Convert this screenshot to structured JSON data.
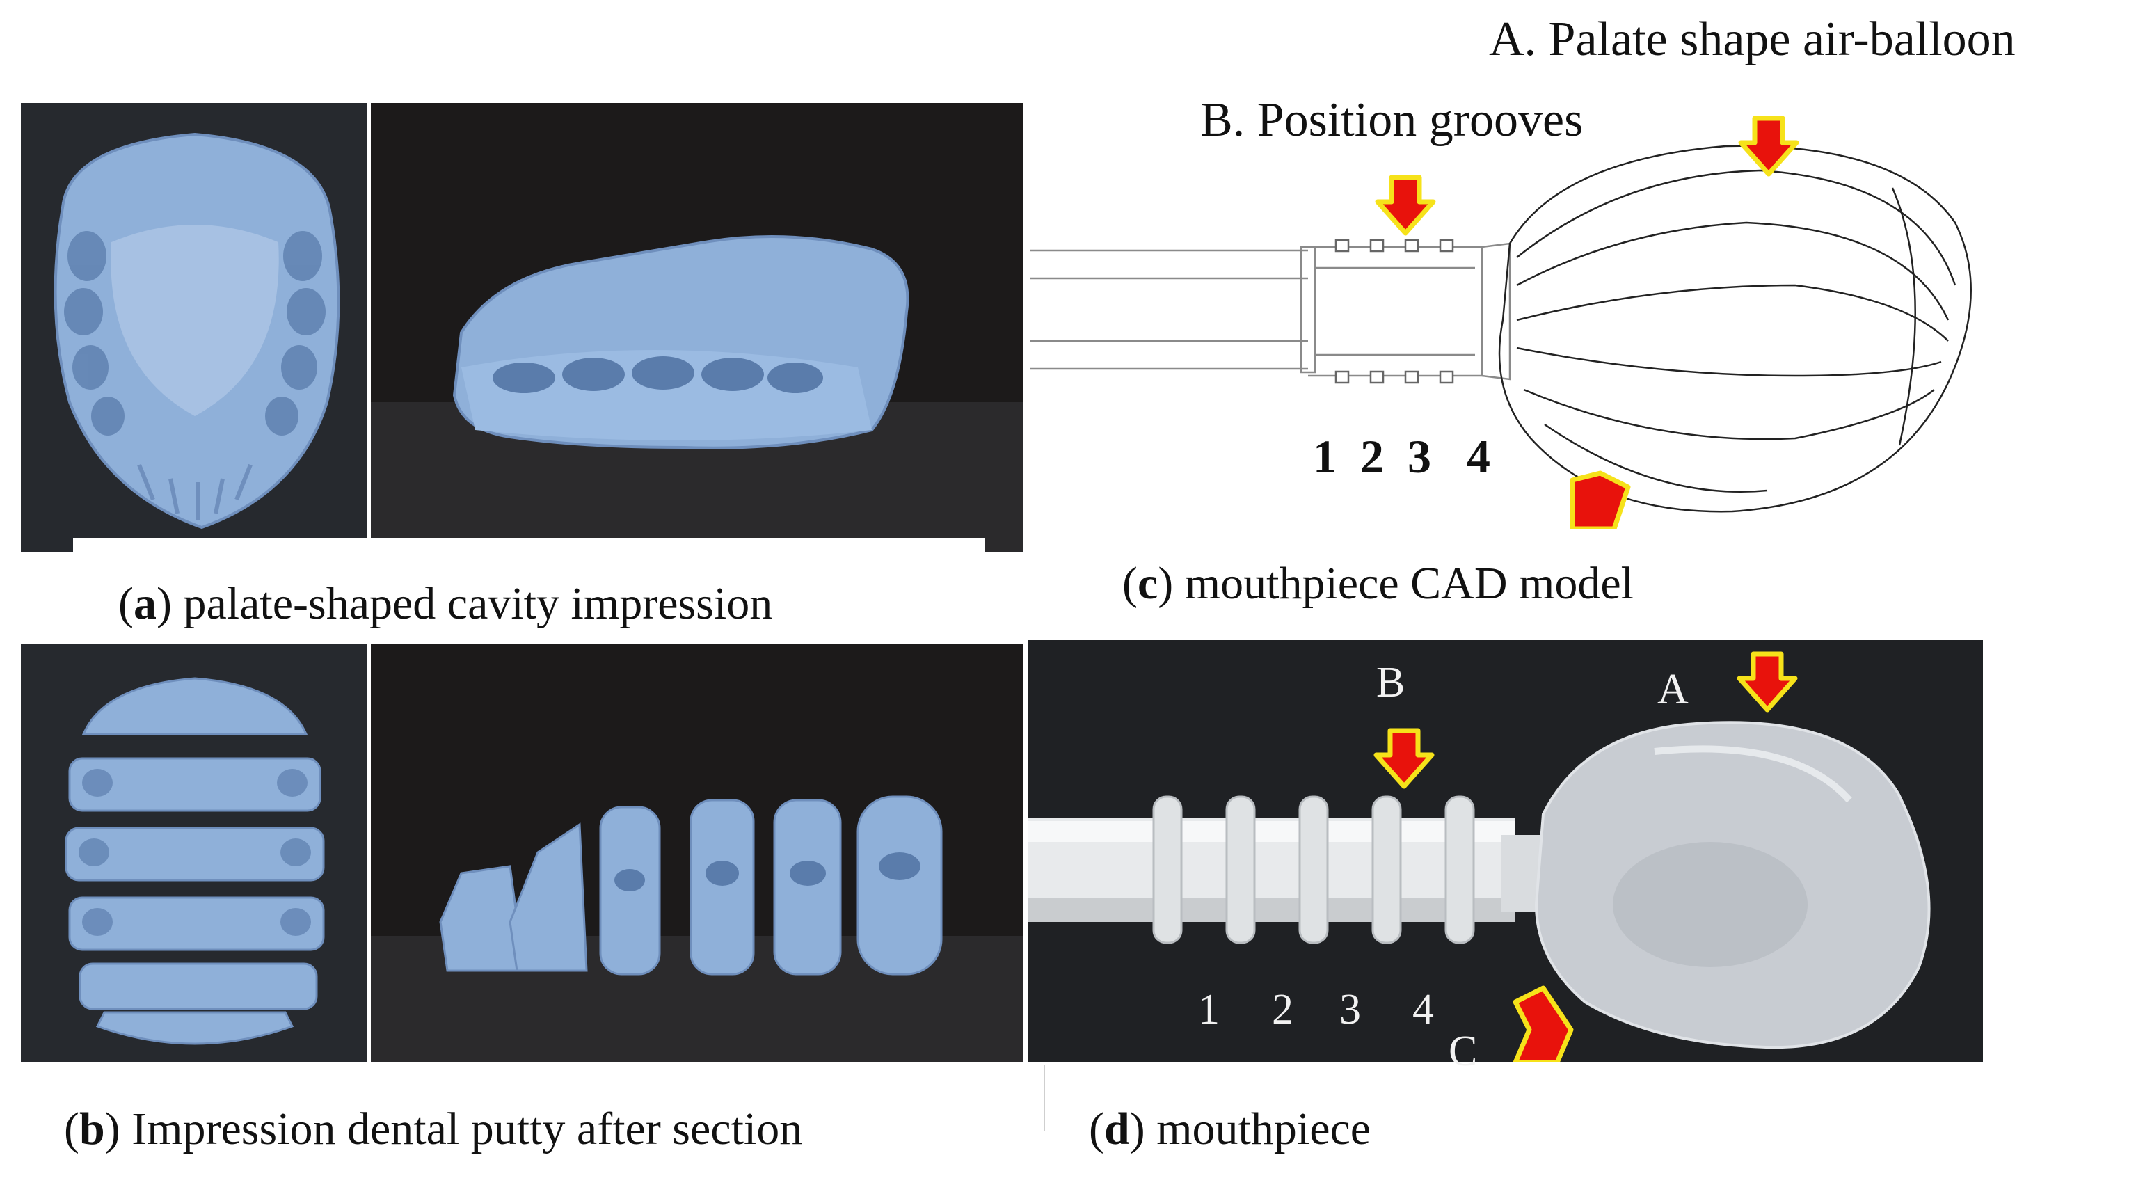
{
  "panels": {
    "a": {
      "letter": "a",
      "caption": "palate-shaped cavity impression"
    },
    "b": {
      "letter": "b",
      "caption": "Impression dental putty after section"
    },
    "c": {
      "letter": "c",
      "caption": "mouthpiece CAD model",
      "label_a": "A.   Palate shape air-balloon",
      "label_b": "B. Position grooves",
      "numbers": [
        "1",
        "2",
        "3",
        "4"
      ]
    },
    "d": {
      "letter": "d",
      "caption": "mouthpiece",
      "label_a": "A",
      "label_b": "B",
      "label_c": "C",
      "numbers": [
        "1",
        "2",
        "3",
        "4"
      ]
    }
  },
  "colors": {
    "putty_blue": "#8fb0d9",
    "arrow_red": "#e8120c",
    "arrow_yellow": "#f6e21a",
    "photo_background": "#1c1a1a",
    "silicone_white": "#e8eaec"
  }
}
